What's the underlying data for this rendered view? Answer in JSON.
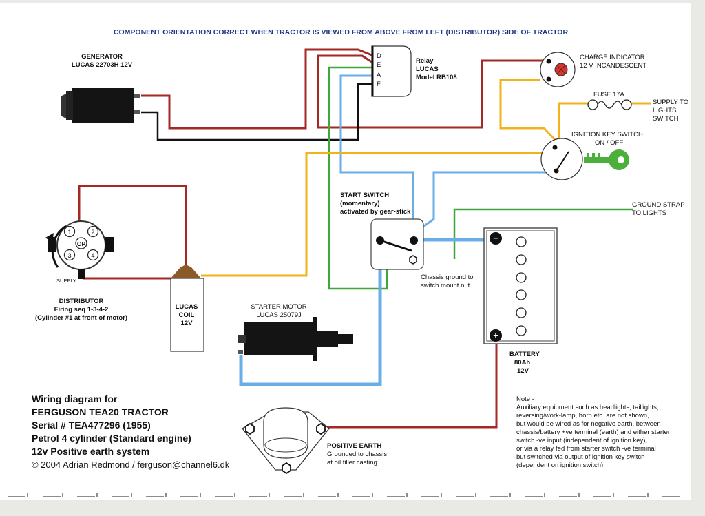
{
  "header": {
    "orientation_note": "COMPONENT ORIENTATION CORRECT WHEN TRACTOR IS VIEWED FROM ABOVE FROM LEFT (DISTRIBUTOR) SIDE OF TRACTOR"
  },
  "generator": {
    "line1": "GENERATOR",
    "line2": "LUCAS 22703H 12V"
  },
  "relay": {
    "line1": "Relay",
    "line2": "LUCAS",
    "line3": "Model RB108",
    "terminals": [
      "D",
      "E",
      "A",
      "F"
    ]
  },
  "charge_indicator": {
    "line1": "CHARGE INDICATOR",
    "line2": "12 V INCANDESCENT"
  },
  "fuse": {
    "label": "FUSE 17A"
  },
  "supply_lights": {
    "line1": "SUPPLY TO",
    "line2": "LIGHTS",
    "line3": "SWITCH"
  },
  "ignition_switch": {
    "line1": "IGNITION KEY SWITCH",
    "line2": "ON / OFF"
  },
  "ground_strap": {
    "line1": "GROUND STRAP",
    "line2": "TO LIGHTS"
  },
  "start_switch": {
    "line1": "START SWITCH",
    "line2": "(momentary)",
    "line3": "activated by gear-stick"
  },
  "chassis_ground": {
    "line1": "Chassis ground to",
    "line2": "switch mount nut"
  },
  "distributor": {
    "line1": "DISTRIBUTOR",
    "line2": "Firing seq 1-3-4-2",
    "line3": "(Cylinder #1 at front of motor)",
    "supply": "SUPPLY",
    "terminals": [
      "1",
      "2",
      "OP",
      "3",
      "4"
    ]
  },
  "coil": {
    "line1": "LUCAS",
    "line2": "COIL",
    "line3": "12V"
  },
  "starter_motor": {
    "line1": "STARTER MOTOR",
    "line2": "LUCAS 25079J"
  },
  "battery": {
    "line1": "BATTERY",
    "line2": "80Ah",
    "line3": "12V",
    "neg": "−",
    "pos": "+"
  },
  "positive_earth": {
    "line1": "POSITIVE EARTH",
    "line2": "Grounded to chassis",
    "line3": "at oil filler casting"
  },
  "title_block": {
    "line1": "Wiring diagram for",
    "line2": "FERGUSON TEA20 TRACTOR",
    "line3": "Serial # TEA477296 (1955)",
    "line4": "Petrol 4 cylinder (Standard engine)",
    "line5": "12v Positive earth system",
    "line6": "© 2004 Adrian Redmond / ferguson@channel6.dk"
  },
  "note": {
    "title": "Note -",
    "lines": [
      "Auxiliary equipment such as headlights, taillights,",
      "reversing/work-lamp, horn etc. are not shown,",
      "but would be wired as for negative earth, between",
      "chassis/battery +ve terminal (earth) and either starter",
      "switch -ve input (independent of ignition key),",
      "or via a relay fed from starter switch -ve terminal",
      "but switched via output of ignition key switch",
      "(dependent on ignition switch)."
    ]
  },
  "colors": {
    "red_wire": "#a42824",
    "black_wire": "#111111",
    "yellow_wire": "#f2b21a",
    "green_wire": "#3ea83a",
    "blue_wire": "#6aaee8",
    "header_text": "#1f3a8a",
    "key_green": "#4caf3c",
    "indicator_red": "#d8342c"
  }
}
